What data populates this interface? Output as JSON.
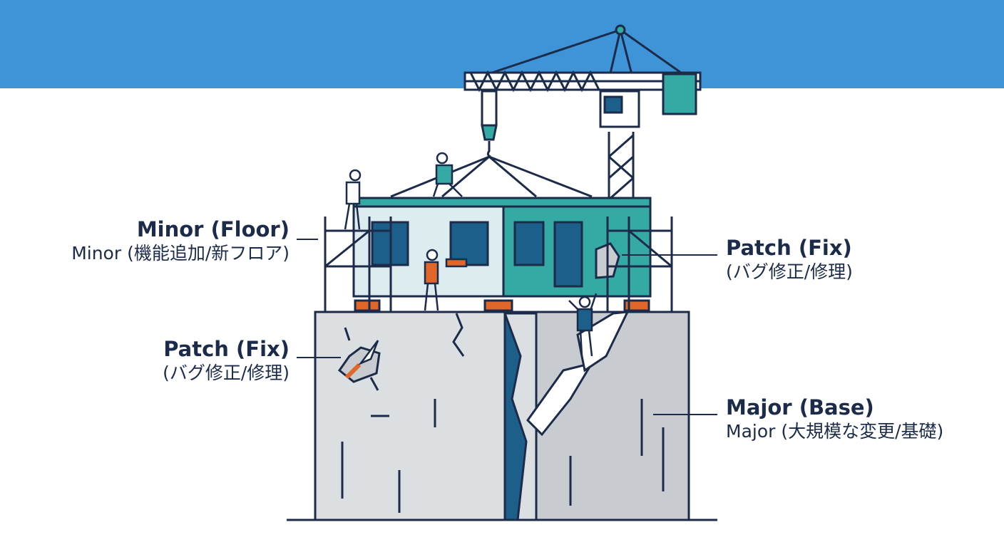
{
  "colors": {
    "sky": "#3e94d6",
    "ink": "#1c2b4a",
    "teal": "#35a9a3",
    "navy": "#1c5f8a",
    "stone": "#c8ccd1",
    "stone_light": "#dcdfe2",
    "accent": "#e0662a"
  },
  "labels": {
    "minor": {
      "title": "Minor (Floor)",
      "subtitle": "Minor (機能追加/新フロア)"
    },
    "patch_left": {
      "title": "Patch (Fix)",
      "subtitle": "(バグ修正/修理)"
    },
    "patch_right": {
      "title": "Patch (Fix)",
      "subtitle": "(バグ修正/修理)"
    },
    "major": {
      "title": "Major (Base)",
      "subtitle": "Major (大規模な変更/基礎)"
    }
  }
}
